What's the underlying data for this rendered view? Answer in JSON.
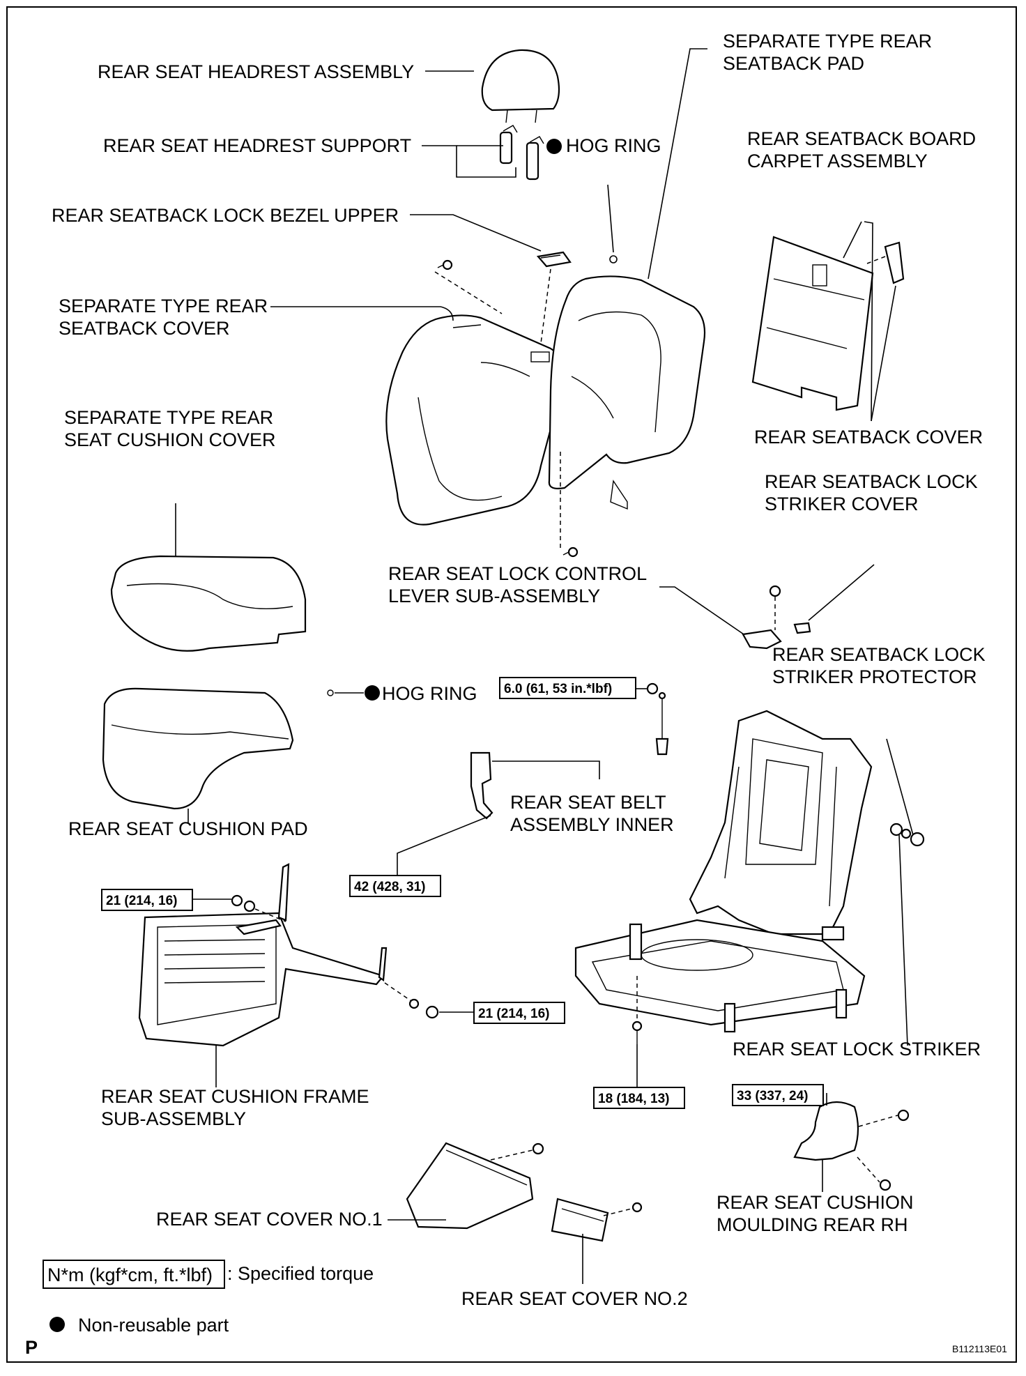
{
  "labels": {
    "headrest_assembly": "REAR SEAT HEADREST ASSEMBLY",
    "headrest_support": "REAR SEAT HEADREST SUPPORT",
    "hog_ring_top": "HOG RING",
    "rear_seatback_pad_l1": "SEPARATE TYPE REAR",
    "rear_seatback_pad_l2": "SEATBACK PAD",
    "board_carpet_l1": "REAR SEATBACK BOARD",
    "board_carpet_l2": "CARPET ASSEMBLY",
    "lock_bezel_upper": "REAR SEATBACK LOCK BEZEL UPPER",
    "seatback_cover_sep_l1": "SEPARATE TYPE REAR",
    "seatback_cover_sep_l2": "SEATBACK COVER",
    "cushion_cover_l1": "SEPARATE TYPE REAR",
    "cushion_cover_l2": "SEAT CUSHION COVER",
    "rear_seatback_cover": "REAR SEATBACK COVER",
    "striker_cover_l1": "REAR SEATBACK LOCK",
    "striker_cover_l2": "STRIKER COVER",
    "lock_control_l1": "REAR SEAT LOCK CONTROL",
    "lock_control_l2": "LEVER SUB-ASSEMBLY",
    "striker_protector_l1": "REAR SEATBACK LOCK",
    "striker_protector_l2": "STRIKER PROTECTOR",
    "hog_ring_mid": "HOG RING",
    "cushion_pad": "REAR SEAT CUSHION PAD",
    "belt_inner_l1": "REAR SEAT BELT",
    "belt_inner_l2": "ASSEMBLY INNER",
    "lock_striker": "REAR SEAT LOCK STRIKER",
    "cushion_frame_l1": "REAR SEAT CUSHION FRAME",
    "cushion_frame_l2": "SUB-ASSEMBLY",
    "cover_no1": "REAR SEAT COVER NO.1",
    "cover_no2": "REAR SEAT COVER NO.2",
    "moulding_l1": "REAR SEAT CUSHION",
    "moulding_l2": "MOULDING REAR RH"
  },
  "torques": {
    "t_6": "6.0 (61, 53 in.*lbf)",
    "t_42": "42 (428, 31)",
    "t_21a": "21 (214, 16)",
    "t_21b": "21 (214, 16)",
    "t_18": "18 (184, 13)",
    "t_33": "33 (337, 24)"
  },
  "legend": {
    "torque_box": "N*m (kgf*cm, ft.*lbf)",
    "torque_text": ": Specified torque",
    "nonreusable_text": "Non-reusable part"
  },
  "footer": {
    "corner_letter": "P",
    "figure_code": "B112113E01"
  }
}
